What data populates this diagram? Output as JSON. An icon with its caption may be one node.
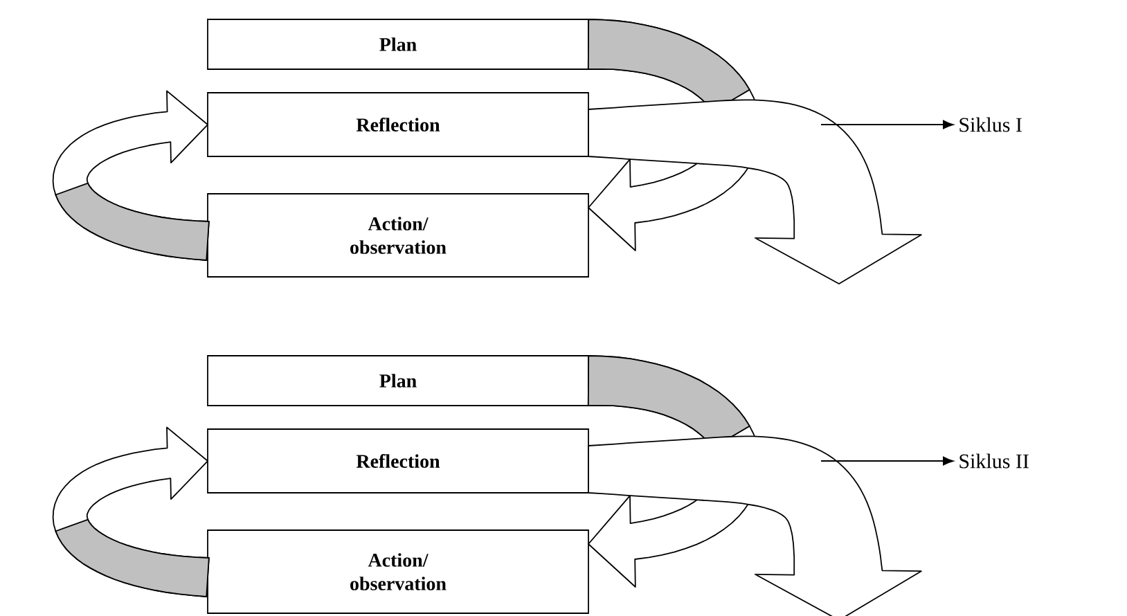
{
  "diagram": {
    "nodes": [
      {
        "text": [
          "Plan"
        ]
      },
      {
        "text": [
          "Reflection"
        ]
      },
      {
        "text": [
          "Action/ observation"
        ]
      },
      {
        "text": [
          "Siklus I"
        ]
      },
      {
        "text": [
          "Plan"
        ]
      },
      {
        "text": [
          "Reflection"
        ]
      },
      {
        "text": [
          "Action/ observation"
        ]
      },
      {
        "text": [
          "Siklus II"
        ]
      }
    ],
    "edges": [
      {
        "from": 2,
        "to": 1,
        "arrow": "to"
      },
      {
        "from": 0,
        "to": 2,
        "arrow": "to"
      },
      {
        "from": 1,
        "to": null,
        "arrow": "to"
      },
      {
        "from": null,
        "to": 3,
        "arrow": "to"
      },
      {
        "from": 6,
        "to": 5,
        "arrow": "to"
      },
      {
        "from": 4,
        "to": 6,
        "arrow": "to"
      },
      {
        "from": 5,
        "to": null,
        "arrow": "to"
      },
      {
        "from": null,
        "to": 7,
        "arrow": "to"
      }
    ]
  }
}
